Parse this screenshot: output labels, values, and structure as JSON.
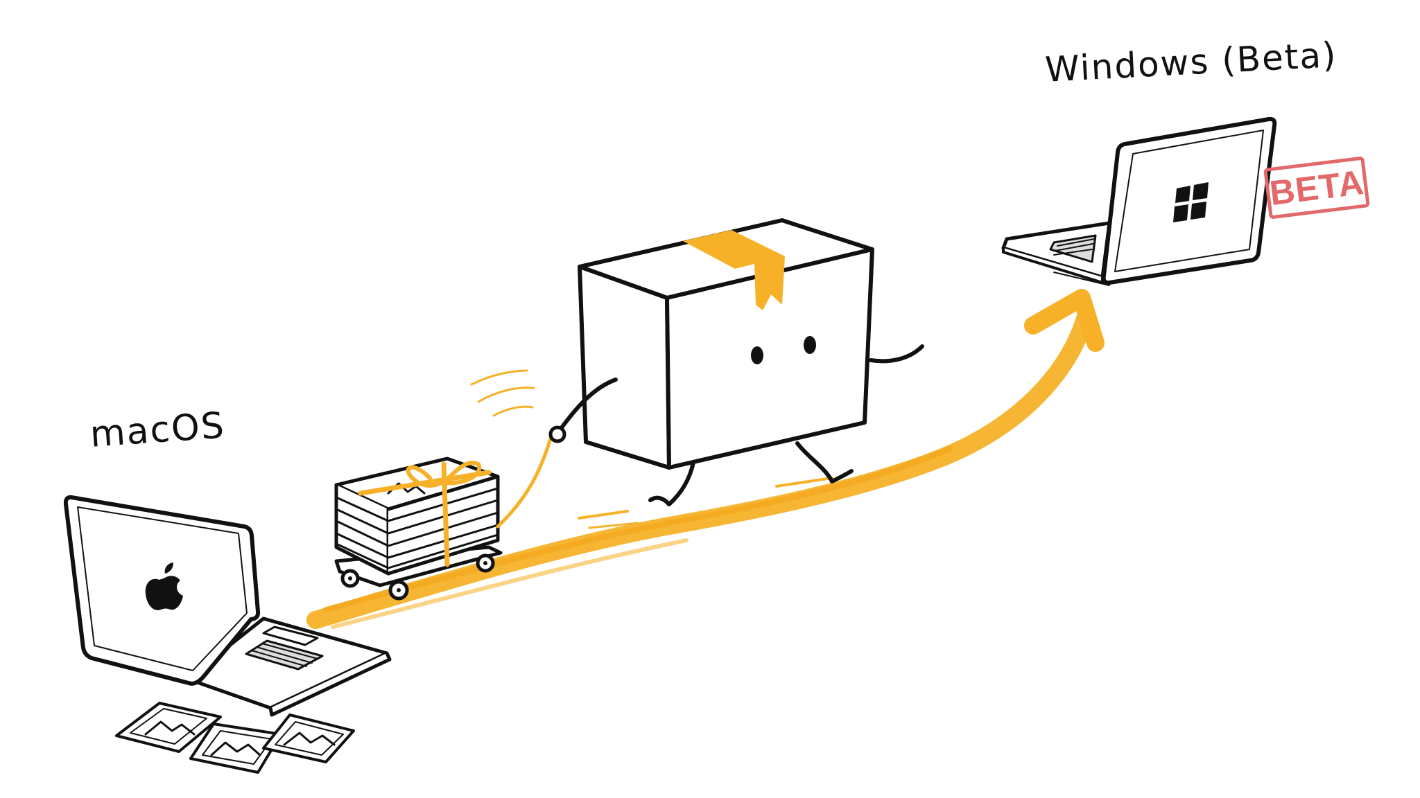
{
  "labels": {
    "source_os": "macOS",
    "target_os": "Windows (Beta)",
    "stamp": "BETA"
  },
  "colors": {
    "accent": "#f6b128",
    "stamp": "#e2686a",
    "ink": "#111111",
    "background": "#ffffff"
  },
  "icons": {
    "source_laptop_logo": "apple-logo",
    "target_laptop_logo": "windows-logo",
    "mascot": "walking-cardboard-box",
    "cart": "stacked-papers-on-cart",
    "path": "rising-arrow"
  }
}
